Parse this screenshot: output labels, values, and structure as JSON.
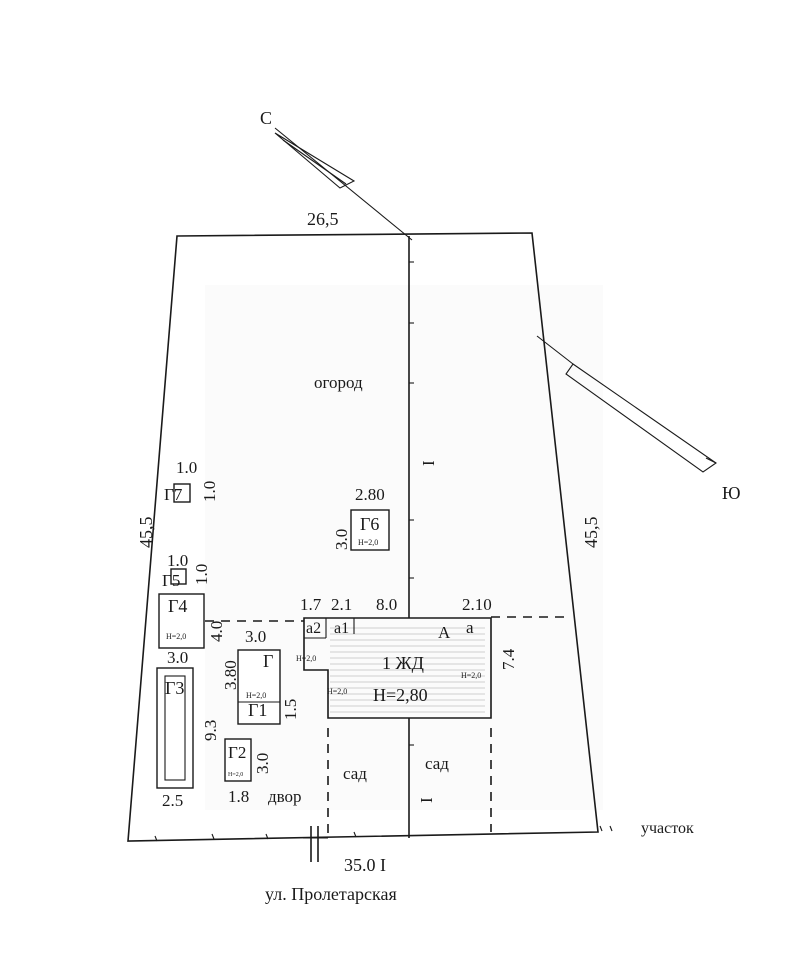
{
  "compass": {
    "north": "С",
    "south": "Ю"
  },
  "boundaries": {
    "top": "26,5",
    "left": "45,5",
    "right": "45,5",
    "bottom": "35.0 I",
    "street": "ул. Пролетарская",
    "neighbor": "участок"
  },
  "zones": {
    "ogorod": "огород",
    "sad1": "сад",
    "sad2": "сад",
    "dvor": "двор",
    "axis_mark_top": "I",
    "axis_mark_bottom": "I"
  },
  "main_house": {
    "label_A": "А",
    "label_a": "а",
    "label_a1": "а1",
    "label_a2": "а2",
    "name": "1 ЖД",
    "height": "Н=2,80",
    "h_a": "Н=2,0",
    "h_a1": "Н=2,0",
    "h_a2": "Н=2,0",
    "dim_width": "8.0",
    "dim_a": "2.10",
    "dim_a1": "2.1",
    "dim_a2": "1.7",
    "dim_depth": "7.4"
  },
  "outbuildings": {
    "g": {
      "label": "Г",
      "label_g1": "Г1",
      "height": "Н=2,0",
      "dim_width": "3.0",
      "dim_height": "3.80",
      "dim_g1": "1.5"
    },
    "g2": {
      "label": "Г2",
      "height": "Н=2,0",
      "dim_width": "1.8",
      "dim_height": "3.0"
    },
    "g3": {
      "label": "Г3",
      "dim_width_top": "3.0",
      "dim_width_bottom": "2.5",
      "dim_height": "9.3"
    },
    "g4": {
      "label": "Г4",
      "height": "Н=2,0",
      "dim_height": "4.0"
    },
    "g5": {
      "label": "Г5",
      "dim_width": "1.0",
      "dim_height": "1.0"
    },
    "g6": {
      "label": "Г6",
      "height": "Н=2,0",
      "dim_width": "2.80",
      "dim_height": "3.0"
    },
    "g7": {
      "label": "Г7",
      "dim_width": "1.0",
      "dim_height": "1.0"
    }
  }
}
